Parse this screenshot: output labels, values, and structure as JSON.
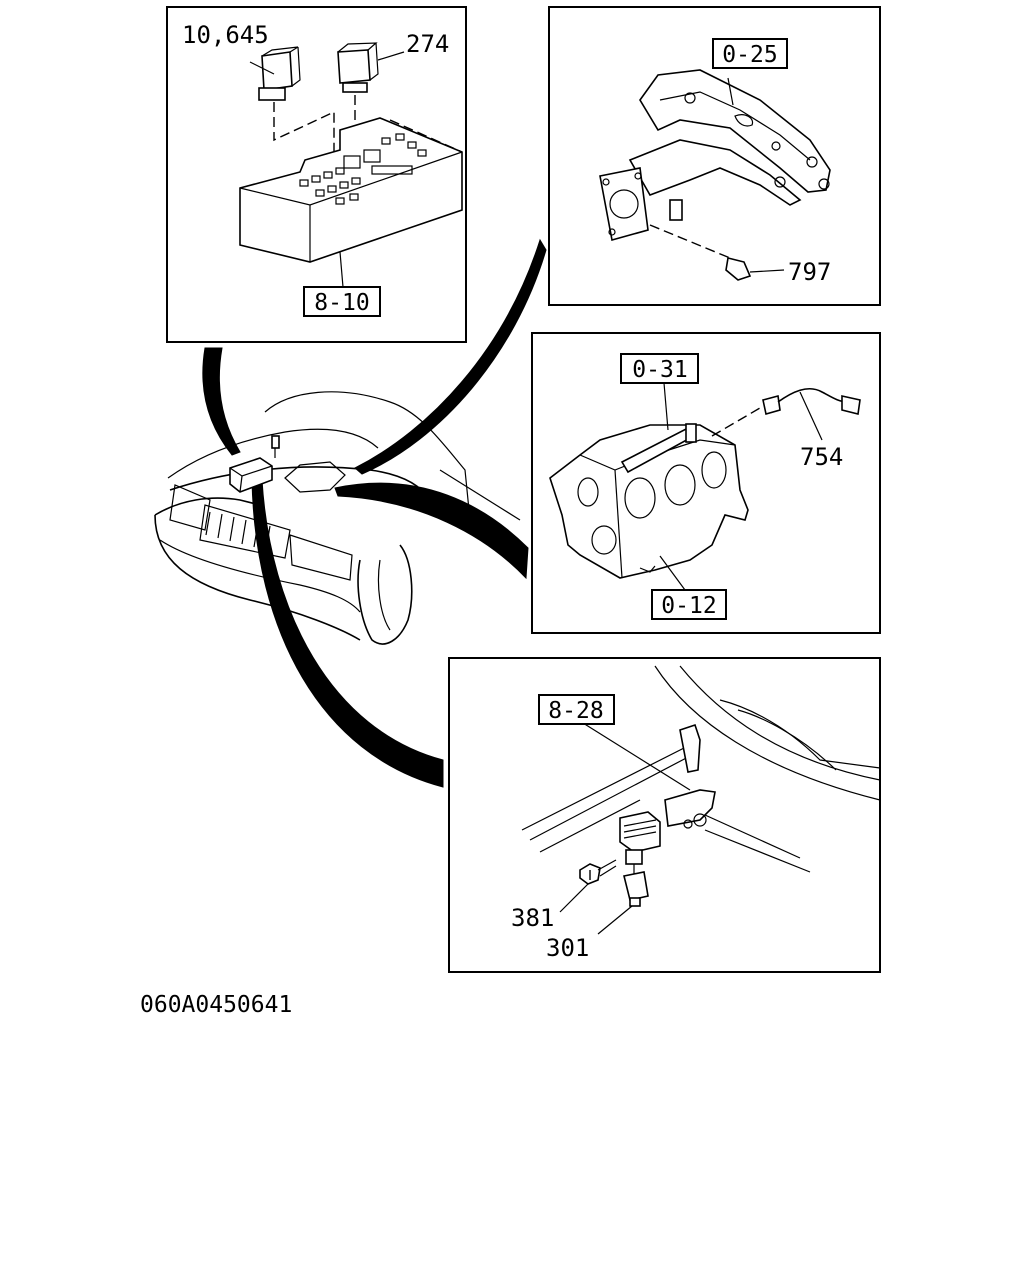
{
  "callouts": {
    "relays_label": "10,645",
    "relay_274": "274",
    "fuse_box_ref": "8-10",
    "manifold_ref": "0-25",
    "bolt_797": "797",
    "block_top_ref": "0-31",
    "harness_754": "754",
    "block_bottom_ref": "0-12",
    "bracket_ref": "8-28",
    "bolt_381": "381",
    "sensor_301": "301"
  },
  "drawing_code": "060A0450641"
}
